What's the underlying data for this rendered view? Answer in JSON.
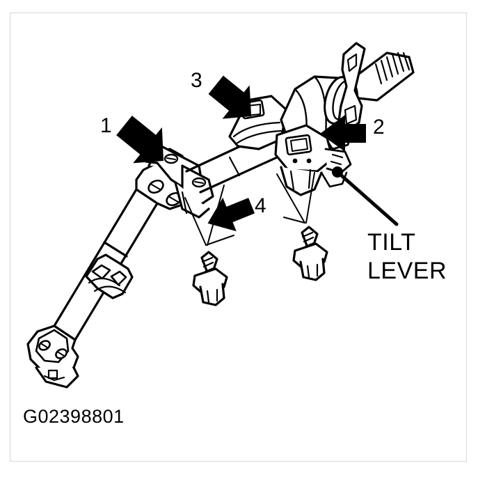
{
  "figure": {
    "id_caption": "G02398801",
    "subject": "steering-column-assembly",
    "background_color": "#ffffff",
    "line_color": "#000000",
    "border_color": "#d8d8d8"
  },
  "callouts": [
    {
      "number": "1",
      "name": "callout-1",
      "arrow_style": "solid-block-diagonal",
      "arrow_direction": "down-right",
      "points_to": "intermediate-shaft-upper-yoke-bracket"
    },
    {
      "number": "2",
      "name": "callout-2",
      "arrow_style": "solid-block-horizontal",
      "arrow_direction": "left",
      "points_to": "upper-column-mounting-bracket"
    },
    {
      "number": "3",
      "name": "callout-3",
      "arrow_style": "solid-block-diagonal",
      "arrow_direction": "down-right",
      "points_to": "column-housing-clamp"
    },
    {
      "number": "4",
      "name": "callout-4",
      "arrow_style": "solid-block-diagonal",
      "arrow_direction": "up-left",
      "points_to": "coupling-pinch-bolt-joint"
    }
  ],
  "labels": {
    "tilt_lever_line1": "TILT",
    "tilt_lever_line2": "LEVER"
  },
  "parts": [
    {
      "name": "upper-steering-shaft-splined-end",
      "kind": "splined-shaft"
    },
    {
      "name": "tilt-lever",
      "kind": "lever"
    },
    {
      "name": "upper-column-housing",
      "kind": "housing"
    },
    {
      "name": "column-mounting-bracket",
      "kind": "bracket"
    },
    {
      "name": "column-housing-clamp",
      "kind": "clamp"
    },
    {
      "name": "intermediate-shaft",
      "kind": "shaft"
    },
    {
      "name": "slip-joint-collar",
      "kind": "collar"
    },
    {
      "name": "upper-universal-joint",
      "kind": "u-joint"
    },
    {
      "name": "lower-universal-joint",
      "kind": "u-joint"
    },
    {
      "name": "flange-bolt-left",
      "kind": "bolt"
    },
    {
      "name": "flange-bolt-right",
      "kind": "bolt"
    }
  ]
}
